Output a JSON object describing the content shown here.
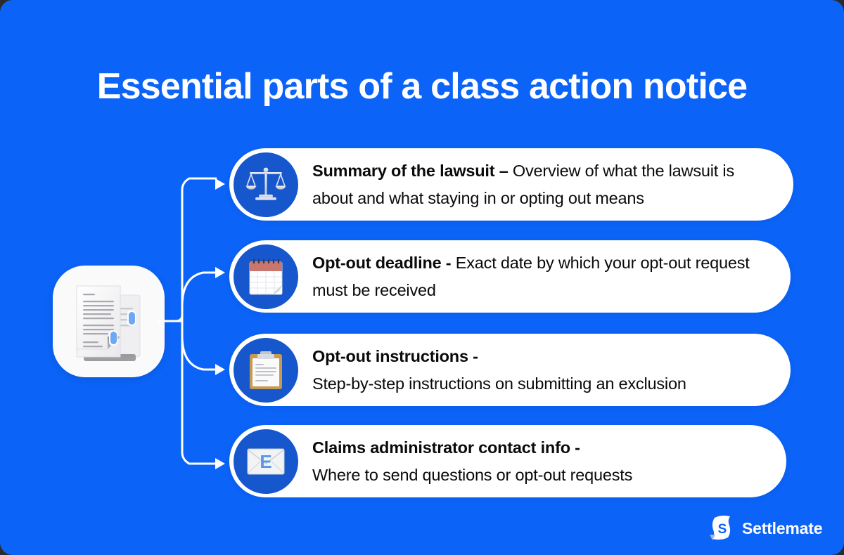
{
  "page": {
    "title": "Essential parts of a class action notice",
    "background_color": "#0B63F7",
    "card_color": "#FFFFFF",
    "icon_circle_color": "#1657CE",
    "text_color": "#0A0A0A",
    "title_color": "#FFFFFF"
  },
  "source_node": {
    "name": "class-action-notice-document",
    "icon": "stacked-documents-icon"
  },
  "cards": [
    {
      "icon": "balance-scales-icon",
      "lead": "Summary of the lawsuit –",
      "body": " Overview of what the lawsuit is about and what staying in or opting out means"
    },
    {
      "icon": "calendar-icon",
      "lead": "Opt-out deadline -",
      "body": " Exact date by which your opt-out request must be received"
    },
    {
      "icon": "clipboard-icon",
      "lead": "Opt-out instructions -",
      "body": " Step-by-step instructions on submitting an exclusion"
    },
    {
      "icon": "email-envelope-icon",
      "lead": "Claims administrator contact info -",
      "body": " Where to send questions or opt-out requests"
    }
  ],
  "brand": {
    "name": "Settlemate",
    "mark": "settlemate-s-logo-icon"
  }
}
